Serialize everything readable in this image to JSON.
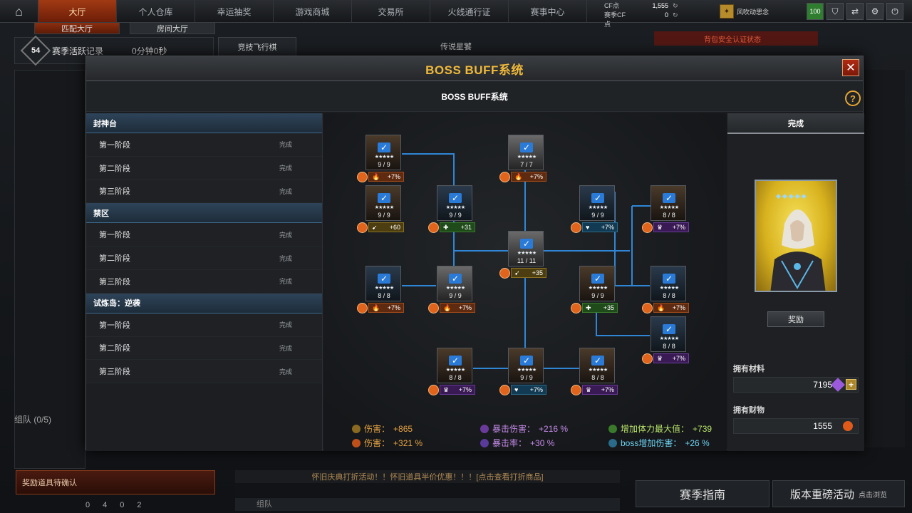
{
  "nav": {
    "home_icon": "home-icon",
    "tabs": [
      "大厅",
      "个人仓库",
      "幸运抽奖",
      "游戏商城",
      "交易所",
      "火线通行证",
      "赛事中心"
    ],
    "active_tab": 0
  },
  "points": {
    "cf_label": "CF点",
    "cf_value": "1,555",
    "match_label": "赛季CF点",
    "match_value": "0"
  },
  "user": {
    "name": "风吹动思念"
  },
  "sys_badge": "100",
  "lobby": {
    "subtabs": [
      "匹配大厅",
      "房间大厅"
    ],
    "season_level": "54",
    "season_title": "赛季活跃记录",
    "season_time": "0分钟0秒",
    "fly_label": "竞技飞行棋",
    "legend_label": "传说星饕",
    "warning": "背包安全认证状态",
    "party": "组队 (0/5)",
    "reward_confirm": "奖励道具待确认",
    "ticker": "怀旧庆典打折活动！！怀旧道具半价优惠！！！[点击查看打折商品]",
    "team_label": "组队",
    "guide": "赛季指南",
    "version": "版本重磅活动",
    "version_hint": "点击浏览",
    "status_counts": [
      "0",
      "4",
      "0",
      "2"
    ]
  },
  "modal": {
    "title": "BOSS BUFF系统",
    "subtitle": "BOSS BUFF系统",
    "close_icon": "close-icon",
    "help_icon": "help-icon"
  },
  "stages": [
    {
      "group": "封神台",
      "items": [
        {
          "label": "第一阶段",
          "status": "完成"
        },
        {
          "label": "第二阶段",
          "status": "完成"
        },
        {
          "label": "第三阶段",
          "status": "完成"
        }
      ]
    },
    {
      "group": "禁区",
      "items": [
        {
          "label": "第一阶段",
          "status": "完成"
        },
        {
          "label": "第二阶段",
          "status": "完成"
        },
        {
          "label": "第三阶段",
          "status": "完成"
        }
      ]
    },
    {
      "group": "试炼岛：逆袭",
      "items": [
        {
          "label": "第一阶段",
          "status": "完成"
        },
        {
          "label": "第二阶段",
          "status": "完成"
        },
        {
          "label": "第三阶段",
          "status": "完成"
        }
      ]
    }
  ],
  "nodes": [
    {
      "count": "9 / 9",
      "stat": "+7%",
      "kind": "orange",
      "card": "brown"
    },
    {
      "count": "7 / 7",
      "stat": "+7%",
      "kind": "orange",
      "card": "silver"
    },
    {
      "count": "9 / 9",
      "stat": "+60",
      "kind": "yellow",
      "card": "brown"
    },
    {
      "count": "9 / 9",
      "stat": "+31",
      "kind": "green",
      "card": "blue"
    },
    {
      "count": "9 / 9",
      "stat": "+7%",
      "kind": "cyan",
      "card": "blue"
    },
    {
      "count": "8 / 8",
      "stat": "+7%",
      "kind": "purple",
      "card": "brown"
    },
    {
      "count": "11 / 11",
      "stat": "+35",
      "kind": "yellow",
      "card": "silver"
    },
    {
      "count": "8 / 8",
      "stat": "+7%",
      "kind": "orange",
      "card": "blue"
    },
    {
      "count": "9 / 9",
      "stat": "+7%",
      "kind": "orange",
      "card": "silver"
    },
    {
      "count": "9 / 9",
      "stat": "+35",
      "kind": "green",
      "card": "brown"
    },
    {
      "count": "8 / 8",
      "stat": "+7%",
      "kind": "orange",
      "card": "blue"
    },
    {
      "count": "8 / 8",
      "stat": "+7%",
      "kind": "purple",
      "card": "blue"
    },
    {
      "count": "8 / 8",
      "stat": "+7%",
      "kind": "purple",
      "card": "brown"
    },
    {
      "count": "9 / 9",
      "stat": "+7%",
      "kind": "cyan",
      "card": "brown"
    },
    {
      "count": "8 / 8",
      "stat": "+7%",
      "kind": "purple",
      "card": "brown"
    }
  ],
  "totals": [
    {
      "label": "伤害：",
      "value": "+865",
      "kind": "yellow",
      "icon": "damage-icon"
    },
    {
      "label": "暴击伤害：",
      "value": "+216 %",
      "kind": "purple",
      "icon": "crit-damage-icon"
    },
    {
      "label": "增加体力最大值：",
      "value": "+739",
      "kind": "green",
      "icon": "health-icon"
    },
    {
      "label": "伤害：",
      "value": "+321 %",
      "kind": "orange",
      "icon": "fire-icon"
    },
    {
      "label": "暴击率：",
      "value": "+30 %",
      "kind": "purple",
      "icon": "crit-rate-icon"
    },
    {
      "label": "boss增加伤害：",
      "value": "+26 %",
      "kind": "cyan",
      "icon": "boss-damage-icon"
    }
  ],
  "right_panel": {
    "header": "完成",
    "reward_button": "奖励",
    "material_label": "拥有材料",
    "material_value": "7195",
    "wealth_label": "拥有财物",
    "wealth_value": "1555"
  },
  "colors": {
    "accent": "#f0b93a",
    "link_line": "#2f86d6",
    "orange": "#e6a342",
    "purple": "#c58aea",
    "green": "#b8e36a",
    "cyan": "#6ed2f2"
  }
}
